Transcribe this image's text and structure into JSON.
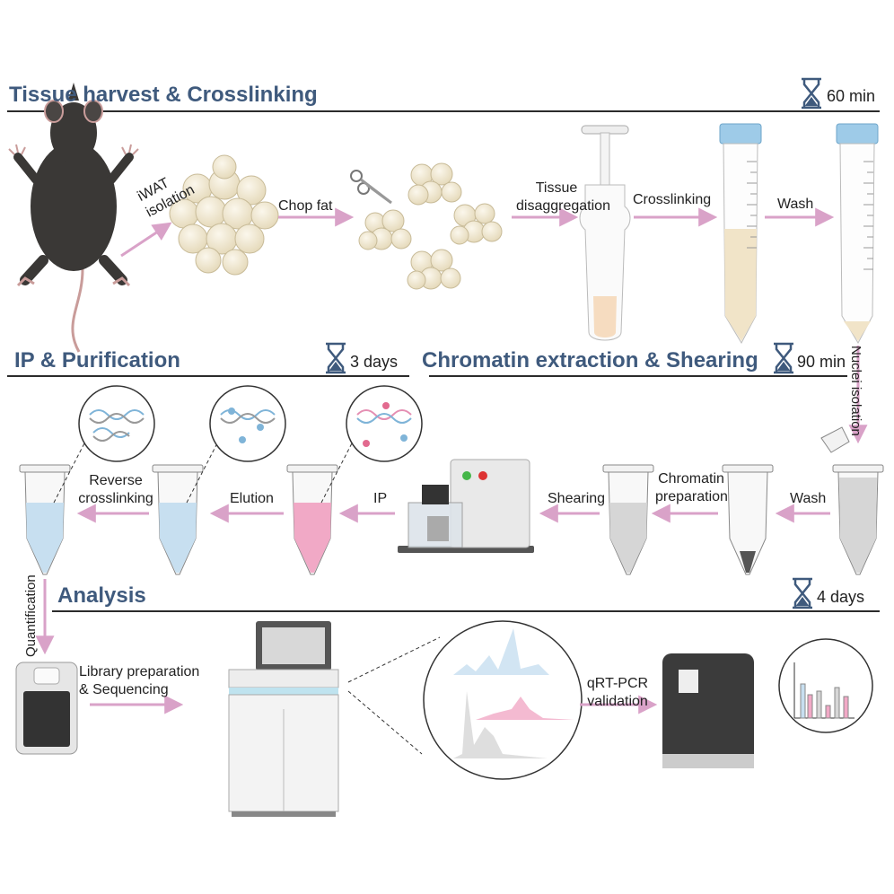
{
  "sections": {
    "harvest": {
      "title": "Tissue harvest & Crosslinking",
      "time": "60 min"
    },
    "ip": {
      "title": "IP & Purification",
      "time": "3 days"
    },
    "chromatin": {
      "title": "Chromatin extraction & Shearing",
      "time": "90 min"
    },
    "analysis": {
      "title": "Analysis",
      "time": "4 days"
    }
  },
  "steps": {
    "iwat_line1": "iWAT",
    "iwat_line2": "isolation",
    "chop_fat": "Chop fat",
    "disagg_line1": "Tissue",
    "disagg_line2": "disaggregation",
    "crosslinking": "Crosslinking",
    "wash_top": "Wash",
    "nuclei_isolation": "Nuclei isolation",
    "wash_mid": "Wash",
    "chromatin_line1": "Chromatin",
    "chromatin_line2": "preparation",
    "shearing": "Shearing",
    "ip": "IP",
    "elution": "Elution",
    "reverse_line1": "Reverse",
    "reverse_line2": "crosslinking",
    "quantification": "Quantification",
    "library_line1": "Library preparation",
    "library_line2": "& Sequencing",
    "qrt_line1": "qRT-PCR",
    "qrt_line2": "validation"
  },
  "colors": {
    "title": "#3f5a7d",
    "arrow": "#d9a2c8",
    "fat": "#efe6cf",
    "tube_blue": "#c7dff0",
    "tube_pink": "#f1a9c6",
    "tube_gray": "#d6d6d6",
    "cap_blue": "#9ecbe8"
  },
  "icons": [
    "mouse-icon",
    "hourglass-icon",
    "scissors-icon",
    "tube-icon",
    "sonicator-icon",
    "sequencer-icon",
    "qpcr-machine-icon",
    "qubit-icon",
    "dna-icon"
  ]
}
